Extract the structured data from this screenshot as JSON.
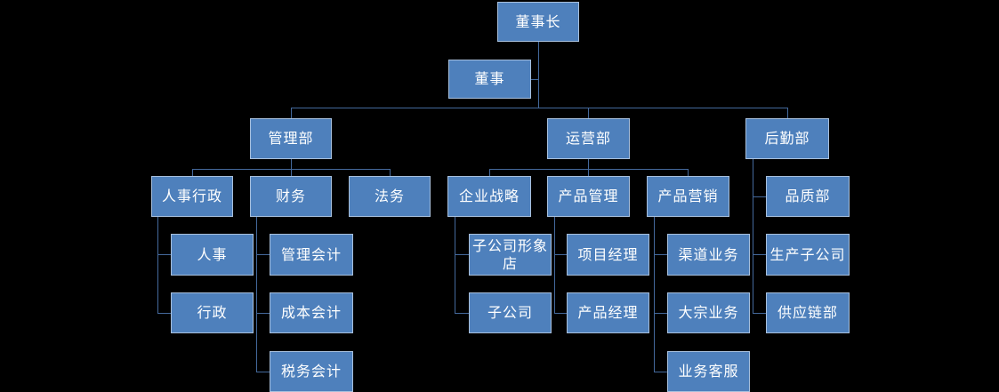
{
  "diagram": {
    "type": "org-chart",
    "colors": {
      "background": "#000000",
      "node_fill": "#4E80BC",
      "node_border": "#A8C0DD",
      "node_text": "#FFFFFF",
      "connector": "#44699C"
    },
    "nodes": {
      "chairman": {
        "label": "董事长",
        "reports_to": null
      },
      "director": {
        "label": "董事",
        "reports_to": "chairman"
      },
      "management_dept": {
        "label": "管理部",
        "reports_to": "chairman"
      },
      "operations_dept": {
        "label": "运营部",
        "reports_to": "chairman"
      },
      "logistics_dept": {
        "label": "后勤部",
        "reports_to": "chairman"
      },
      "hr_admin": {
        "label": "人事行政",
        "reports_to": "management_dept"
      },
      "finance": {
        "label": "财务",
        "reports_to": "management_dept"
      },
      "legal": {
        "label": "法务",
        "reports_to": "management_dept"
      },
      "corporate_strategy": {
        "label": "企业战略",
        "reports_to": "operations_dept"
      },
      "product_management": {
        "label": "产品管理",
        "reports_to": "operations_dept"
      },
      "product_marketing": {
        "label": "产品营销",
        "reports_to": "operations_dept"
      },
      "quality_dept": {
        "label": "品质部",
        "reports_to": "logistics_dept"
      },
      "production_subsidiary": {
        "label": "生产子公司",
        "reports_to": "logistics_dept"
      },
      "supply_chain_dept": {
        "label": "供应链部",
        "reports_to": "logistics_dept"
      },
      "hr": {
        "label": "人事",
        "reports_to": "hr_admin"
      },
      "admin": {
        "label": "行政",
        "reports_to": "hr_admin"
      },
      "management_accounting": {
        "label": "管理会计",
        "reports_to": "finance"
      },
      "cost_accounting": {
        "label": "成本会计",
        "reports_to": "finance"
      },
      "tax_accounting": {
        "label": "税务会计",
        "reports_to": "finance"
      },
      "subsidiary_flagship_store": {
        "label": "子公司形象店",
        "reports_to": "corporate_strategy"
      },
      "subsidiary": {
        "label": "子公司",
        "reports_to": "corporate_strategy"
      },
      "project_manager": {
        "label": "项目经理",
        "reports_to": "product_management"
      },
      "product_manager": {
        "label": "产品经理",
        "reports_to": "product_management"
      },
      "channel_business": {
        "label": "渠道业务",
        "reports_to": "product_marketing"
      },
      "bulk_business": {
        "label": "大宗业务",
        "reports_to": "product_marketing"
      },
      "business_customer_service": {
        "label": "业务客服",
        "reports_to": "product_marketing"
      }
    }
  }
}
